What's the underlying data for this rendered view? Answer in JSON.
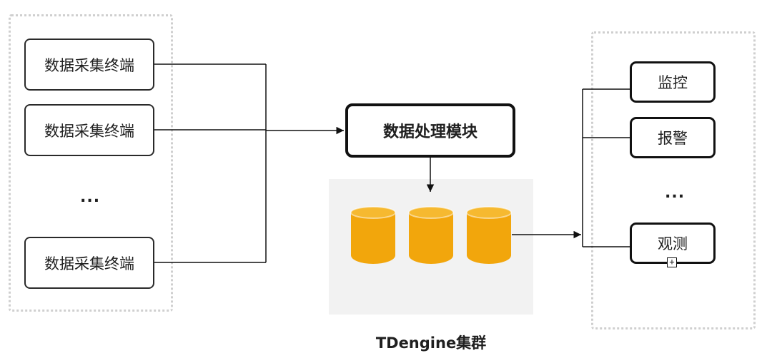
{
  "sources": {
    "items": [
      {
        "label": "数据采集终端"
      },
      {
        "label": "数据采集终端"
      },
      {
        "label": "数据采集终端"
      }
    ],
    "ellipsis": "..."
  },
  "processor": {
    "label": "数据处理模块"
  },
  "cluster": {
    "label": "TDengine集群",
    "node_count": 3,
    "node_color": "#f2a60c",
    "background_color": "#f2f2f2"
  },
  "sinks": {
    "items": [
      {
        "label": "监控"
      },
      {
        "label": "报警"
      },
      {
        "label": "观测"
      }
    ],
    "ellipsis": "...",
    "add_icon": "plus-box-icon"
  },
  "colors": {
    "line": "#111111",
    "group_border": "#cfcfcf"
  }
}
